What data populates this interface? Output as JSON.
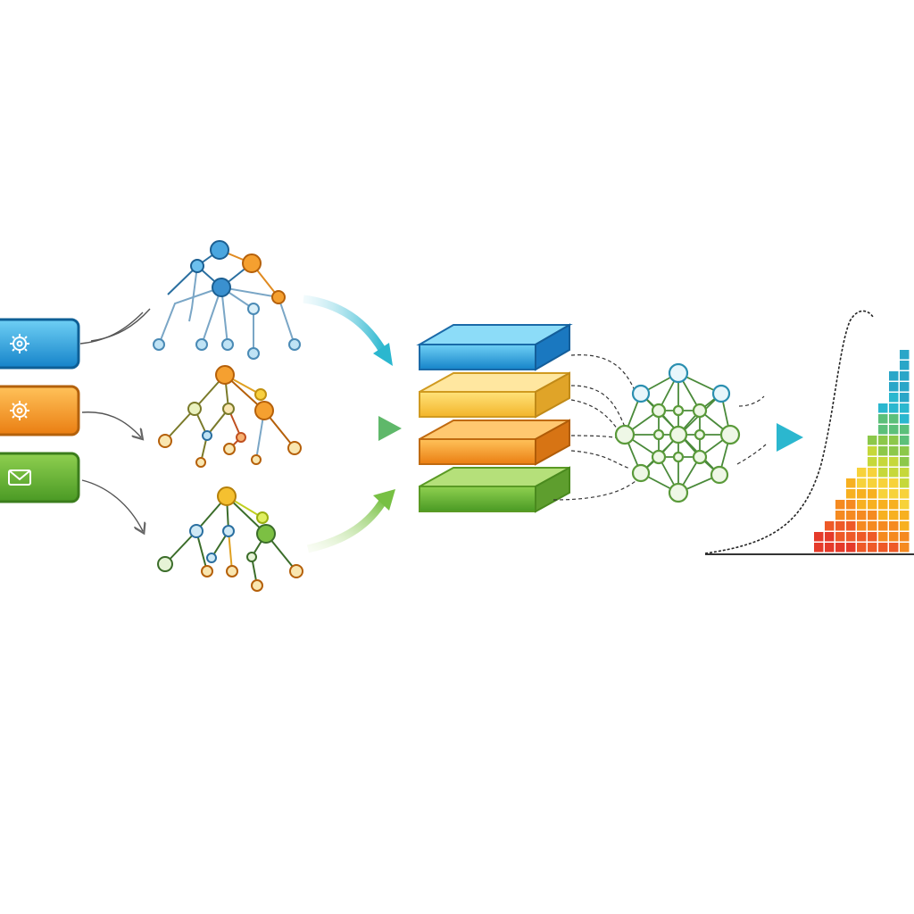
{
  "colors": {
    "blue": "#1a8fd4",
    "blue_light": "#5cc3f0",
    "orange": "#f0921e",
    "orange_light": "#ffc15a",
    "green": "#6bb434",
    "green_light": "#a6d66a",
    "yellow": "#f7c53c",
    "teal": "#2bb7cf",
    "red": "#e53a2a",
    "node_stroke": "#5a9a3a",
    "node_stroke_blue": "#2a8fb0",
    "line": "#555555",
    "baseline": "#333333"
  },
  "inputs": [
    {
      "color": "blue",
      "icon": "gear-icon"
    },
    {
      "color": "orange",
      "icon": "gear-icon"
    },
    {
      "color": "green",
      "icon": "envelope-icon"
    }
  ],
  "trees": [
    {
      "accent": "blue"
    },
    {
      "accent": "orange"
    },
    {
      "accent": "green"
    }
  ],
  "layers": [
    "blue",
    "yellow",
    "orange",
    "green"
  ],
  "network": {
    "icon": "neural-network-icon"
  },
  "output": {
    "icon": "histogram-icon",
    "curve": "distribution-curve"
  }
}
